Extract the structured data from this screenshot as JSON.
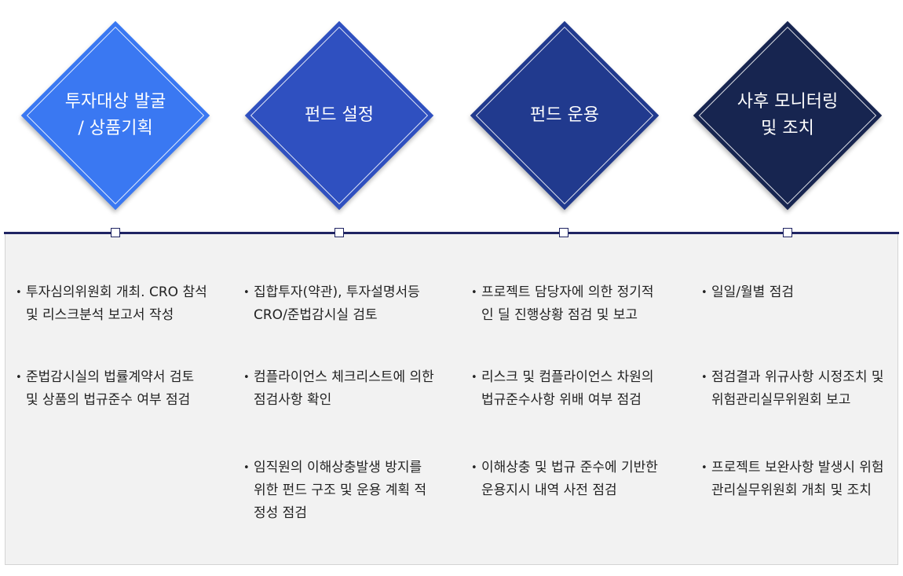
{
  "stages": [
    {
      "label": "투자대상 발굴\n/ 상품기획",
      "color": "#3a78f2"
    },
    {
      "label": "펀드 설정",
      "color": "#2f50c0"
    },
    {
      "label": "펀드 운용",
      "color": "#213a8e"
    },
    {
      "label": "사후 모니터링\n및 조치",
      "color": "#172550"
    }
  ],
  "timeline_color": "#1f2463",
  "bullet_symbol": "•",
  "columns": [
    {
      "items": [
        "투자심의위원회 개최. CRO 참석 및 리스크분석 보고서 작성",
        "준법감시실의 법률계약서 검토 및 상품의 법규준수 여부 점검"
      ]
    },
    {
      "items": [
        "집합투자(약관), 투자설명서등 CRO/준법감시실 검토",
        "컴플라이언스 체크리스트에 의한 점검사항 확인",
        "임직원의 이해상충발생 방지를 위한 펀드 구조 및 운용 계획 적정성 점검"
      ]
    },
    {
      "items": [
        "프로젝트 담당자에 의한 정기적인 딜 진행상황 점검 및 보고",
        "리스크 및 컴플라이언스 차원의 법규준수사항 위배 여부 점검",
        "이해상충 및 법규 준수에 기반한 운용지시 내역 사전 점검"
      ]
    },
    {
      "items": [
        "일일/월별 점검",
        "점검결과 위규사항 시정조치 및 위험관리실무위원회 보고",
        "프로젝트 보완사항 발생시 위험관리실무위원회 개최 및 조치"
      ]
    }
  ]
}
